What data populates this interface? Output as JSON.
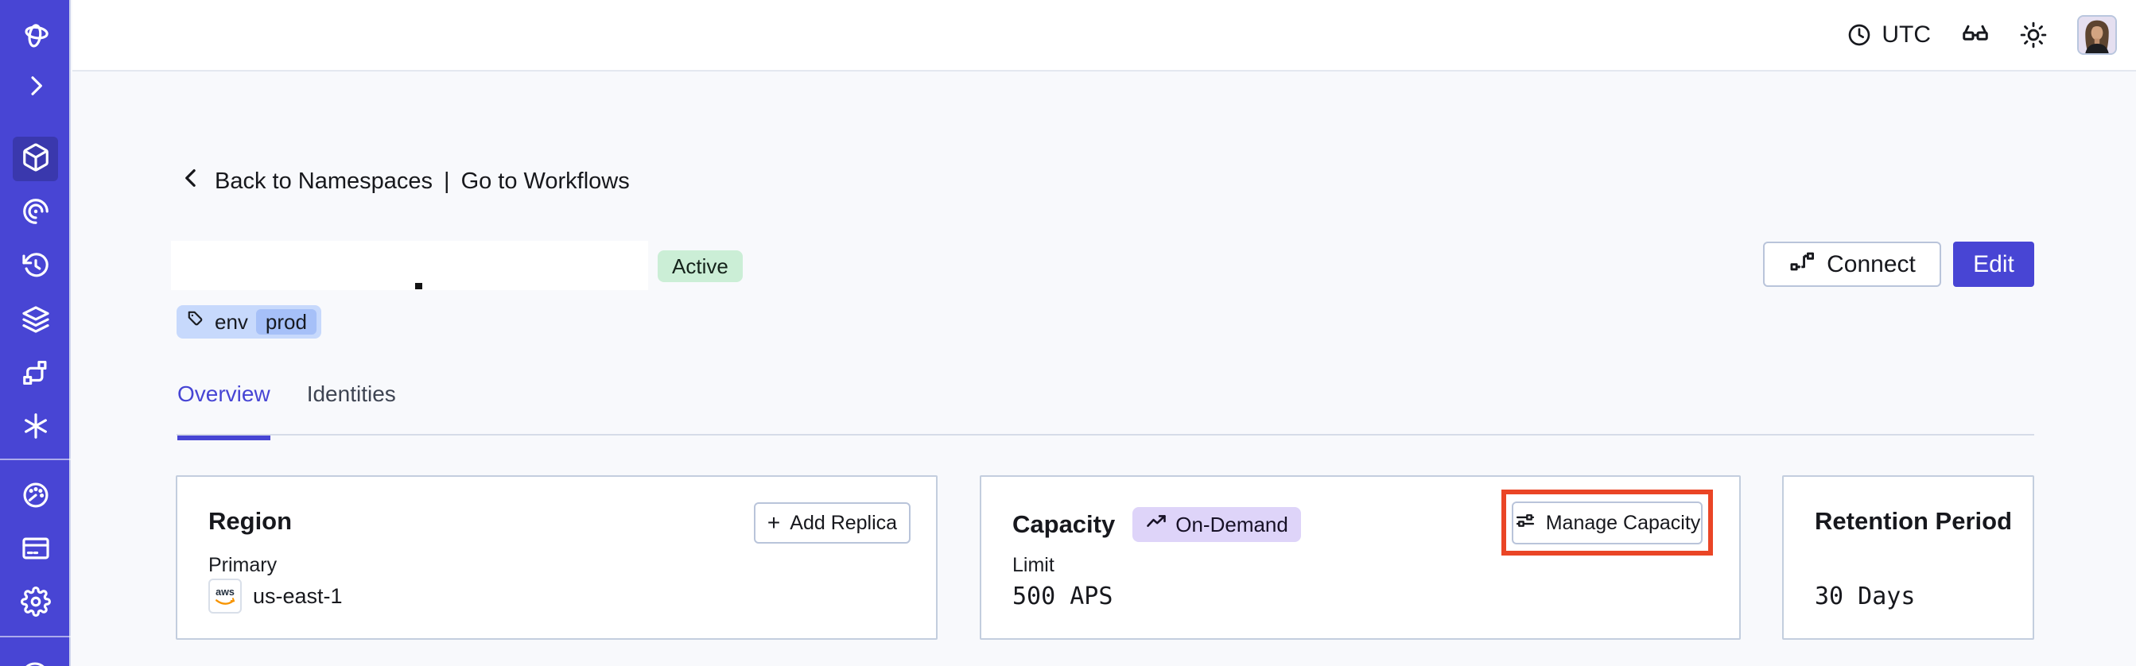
{
  "topbar": {
    "timezone": "UTC"
  },
  "sidebar": {
    "icons": [
      "temporal-logo",
      "expand-chevron",
      "namespaces",
      "workflows",
      "schedules",
      "deployments",
      "batch-operations",
      "nexus",
      "usage",
      "billing",
      "settings",
      "account"
    ]
  },
  "breadcrumb": {
    "back": "Back to Namespaces",
    "separator": "|",
    "go": "Go to Workflows"
  },
  "header": {
    "status_badge": "Active",
    "tag_key": "env",
    "tag_value": "prod",
    "connect_label": "Connect",
    "edit_label": "Edit"
  },
  "tabs": {
    "overview": "Overview",
    "identities": "Identities"
  },
  "cards": {
    "region": {
      "title": "Region",
      "plus": "+",
      "add_replica_label": "Add Replica",
      "primary_label": "Primary",
      "provider": "aws",
      "value": "us-east-1"
    },
    "capacity": {
      "title": "Capacity",
      "badge": "On-Demand",
      "limit_label": "Limit",
      "limit_value": "500 APS",
      "manage_label": "Manage Capacity"
    },
    "retention": {
      "title": "Retention Period",
      "value": "30 Days"
    }
  },
  "colors": {
    "sidebar": "#4845d4",
    "accent": "#4745d4",
    "status_green_bg": "#cbeed6",
    "tag_bg": "#c7d9fc",
    "tag_inner_bg": "#a6c0f8",
    "ondemand_bg": "#ded4f9",
    "highlight_red": "#ea4526",
    "aws_orange": "#f79400"
  }
}
